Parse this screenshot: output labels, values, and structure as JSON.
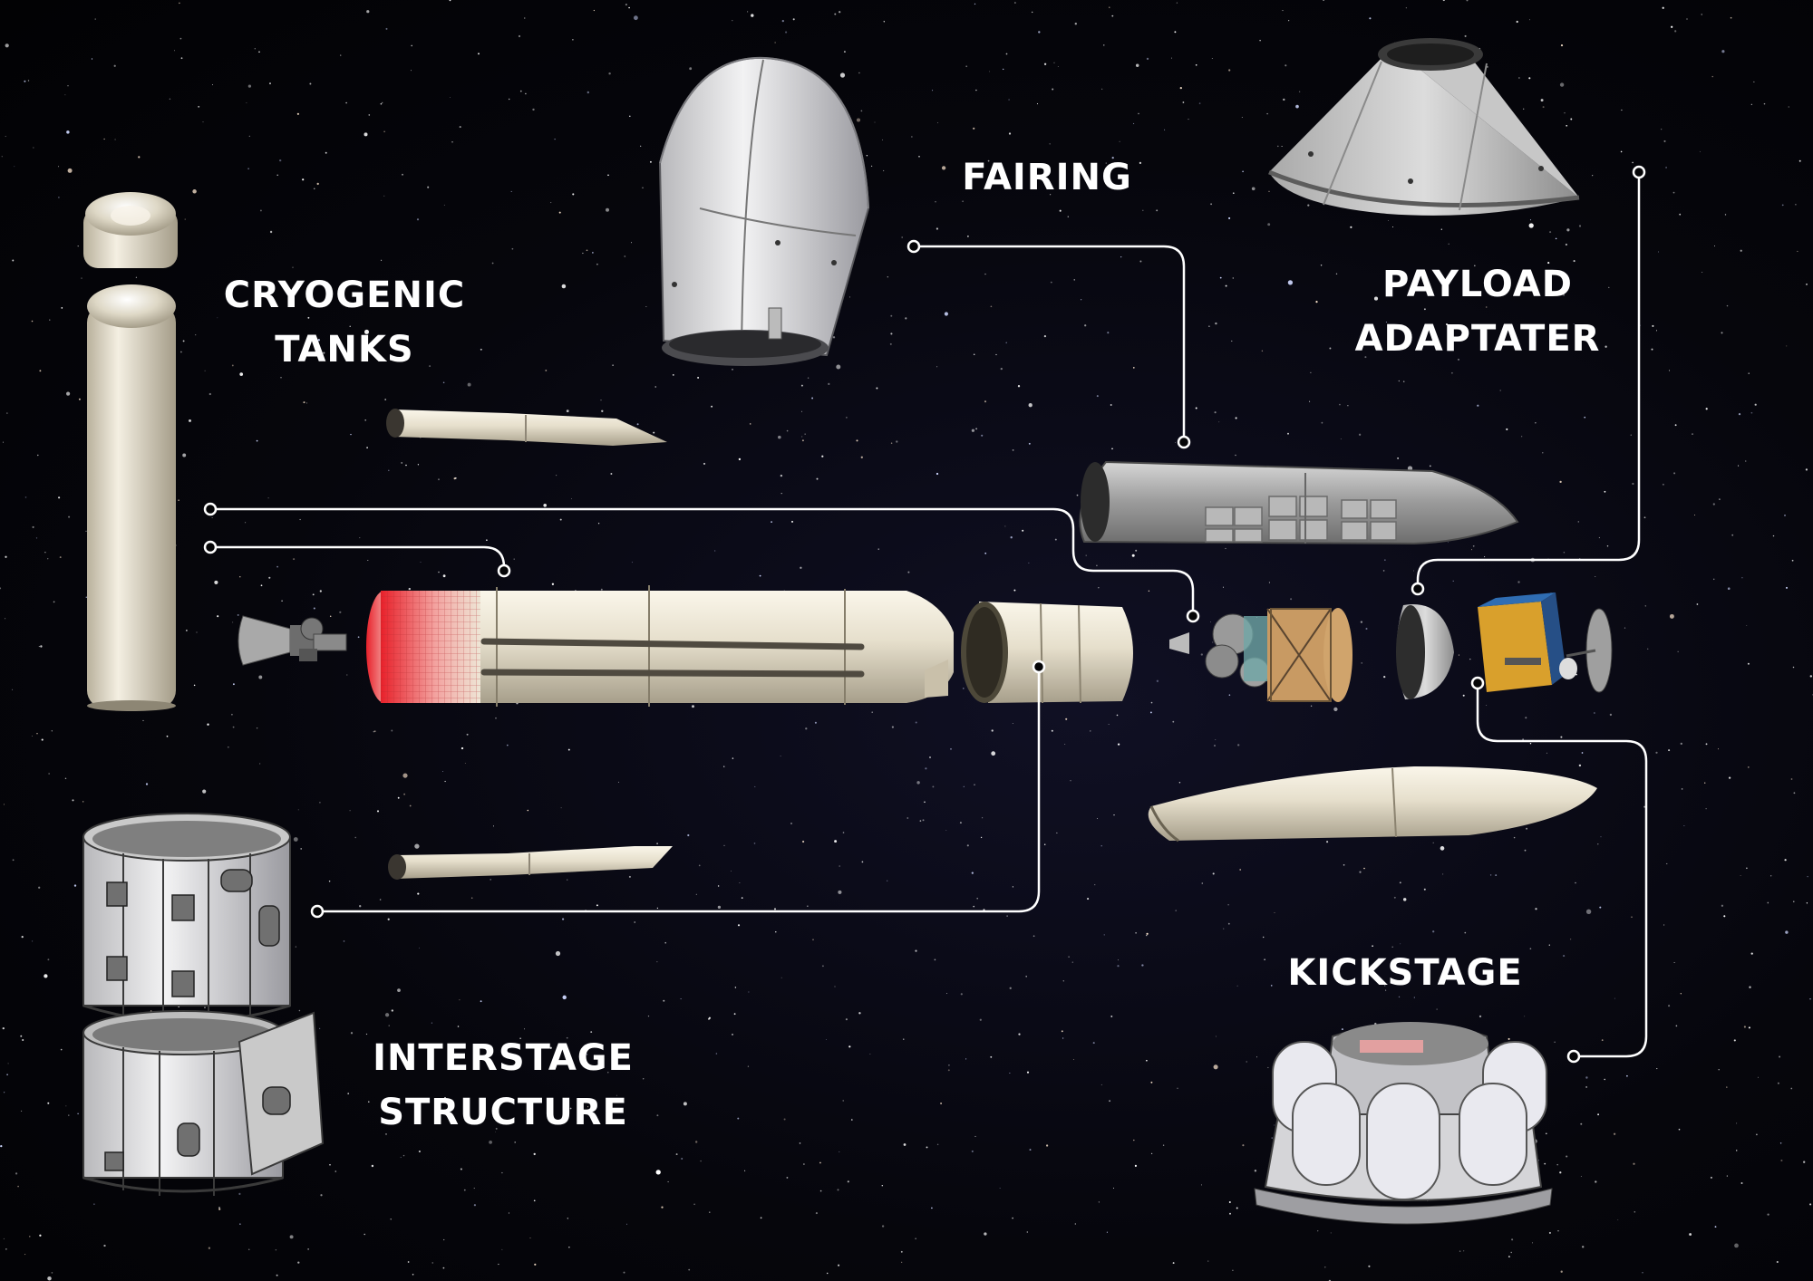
{
  "labels": {
    "fairing": [
      "FAIRING"
    ],
    "cryogenic_tanks": [
      "CRYOGENIC",
      "TANKS"
    ],
    "payload_adapter": [
      "PAYLOAD",
      "ADAPTATER"
    ],
    "kickstage": [
      "KICKSTAGE"
    ],
    "interstage_structure": [
      "INTERSTAGE",
      "STRUCTURE"
    ]
  },
  "colors": {
    "background": "#050507",
    "label_text": "#ffffff",
    "connector_line": "#ffffff",
    "tank_body": "#e6dfcc",
    "structure_panel": "#d9d9d9",
    "thermal_glow": "#e8202a",
    "satellite_gold": "#d9a02c",
    "satellite_blue": "#2f6db3"
  }
}
